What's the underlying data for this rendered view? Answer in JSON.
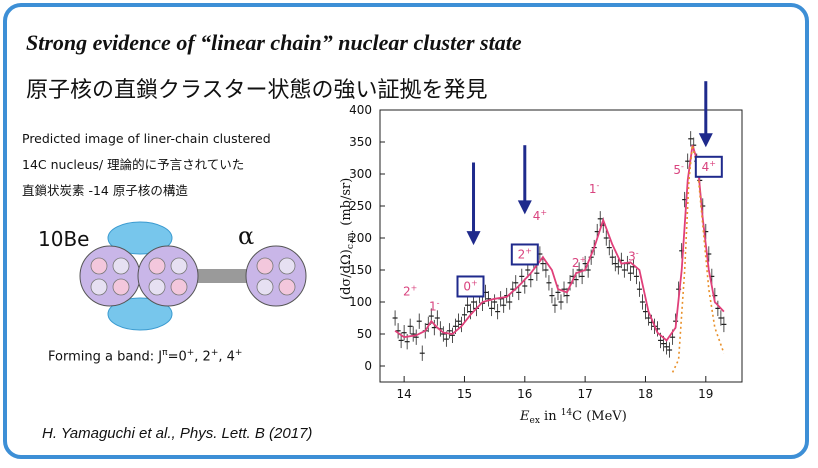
{
  "header": {
    "title_en": "Strong evidence of “linear chain” nuclear cluster state",
    "title_ja": "原子核の直鎖クラスター状態の強い証拠を発見"
  },
  "illustration": {
    "caption_line1": "Predicted image of liner-chain clustered",
    "caption_line2": "14C nucleus/ 理論的に予言されていた",
    "caption_line3": "直鎖状炭素 -14 原子核の構造",
    "label_be": "10Be",
    "label_alpha": "α",
    "band_text": "Forming a band: Jπ=0+, 2+, 4+"
  },
  "reference": "H. Yamaguchi et al., Phys. Lett. B (2017)",
  "colors": {
    "frame": "#3d8fd6",
    "arrow": "#1f2a8c",
    "fit_line": "#e0407a",
    "dotted": "#e8902a",
    "label_pink": "#d9447f",
    "cluster_fill": "#c9b6e8",
    "neutron_blue": "#77c6ec"
  },
  "chart_data": {
    "type": "scatter",
    "xlabel": "Eex in 14C (MeV)",
    "ylabel": "(dσ/dΩ)c.m. (mb/sr)",
    "xlim": [
      13.6,
      19.6
    ],
    "ylim": [
      -25,
      400
    ],
    "xticks": [
      "14",
      "15",
      "16",
      "17",
      "18",
      "19"
    ],
    "yticks": [
      "0",
      "50",
      "100",
      "150",
      "200",
      "250",
      "300",
      "350",
      "400"
    ],
    "points": [
      {
        "x": 13.85,
        "y": 75,
        "e": 12
      },
      {
        "x": 13.9,
        "y": 55,
        "e": 12
      },
      {
        "x": 13.95,
        "y": 40,
        "e": 12
      },
      {
        "x": 14.0,
        "y": 52,
        "e": 12
      },
      {
        "x": 14.05,
        "y": 38,
        "e": 12
      },
      {
        "x": 14.1,
        "y": 62,
        "e": 12
      },
      {
        "x": 14.15,
        "y": 50,
        "e": 12
      },
      {
        "x": 14.2,
        "y": 45,
        "e": 12
      },
      {
        "x": 14.25,
        "y": 70,
        "e": 12
      },
      {
        "x": 14.3,
        "y": 20,
        "e": 12
      },
      {
        "x": 14.35,
        "y": 55,
        "e": 12
      },
      {
        "x": 14.4,
        "y": 65,
        "e": 12
      },
      {
        "x": 14.45,
        "y": 78,
        "e": 12
      },
      {
        "x": 14.5,
        "y": 60,
        "e": 12
      },
      {
        "x": 14.55,
        "y": 75,
        "e": 12
      },
      {
        "x": 14.6,
        "y": 58,
        "e": 12
      },
      {
        "x": 14.65,
        "y": 50,
        "e": 12
      },
      {
        "x": 14.7,
        "y": 42,
        "e": 12
      },
      {
        "x": 14.75,
        "y": 55,
        "e": 12
      },
      {
        "x": 14.8,
        "y": 48,
        "e": 12
      },
      {
        "x": 14.85,
        "y": 62,
        "e": 12
      },
      {
        "x": 14.9,
        "y": 70,
        "e": 12
      },
      {
        "x": 14.95,
        "y": 65,
        "e": 12
      },
      {
        "x": 15.0,
        "y": 80,
        "e": 12
      },
      {
        "x": 15.05,
        "y": 95,
        "e": 12
      },
      {
        "x": 15.1,
        "y": 85,
        "e": 12
      },
      {
        "x": 15.15,
        "y": 100,
        "e": 12
      },
      {
        "x": 15.2,
        "y": 90,
        "e": 12
      },
      {
        "x": 15.25,
        "y": 110,
        "e": 12
      },
      {
        "x": 15.3,
        "y": 98,
        "e": 12
      },
      {
        "x": 15.35,
        "y": 115,
        "e": 12
      },
      {
        "x": 15.4,
        "y": 105,
        "e": 12
      },
      {
        "x": 15.45,
        "y": 90,
        "e": 12
      },
      {
        "x": 15.5,
        "y": 100,
        "e": 12
      },
      {
        "x": 15.55,
        "y": 85,
        "e": 12
      },
      {
        "x": 15.6,
        "y": 105,
        "e": 12
      },
      {
        "x": 15.65,
        "y": 95,
        "e": 12
      },
      {
        "x": 15.7,
        "y": 110,
        "e": 12
      },
      {
        "x": 15.75,
        "y": 100,
        "e": 12
      },
      {
        "x": 15.8,
        "y": 120,
        "e": 12
      },
      {
        "x": 15.85,
        "y": 130,
        "e": 12
      },
      {
        "x": 15.9,
        "y": 115,
        "e": 12
      },
      {
        "x": 15.95,
        "y": 140,
        "e": 12
      },
      {
        "x": 16.0,
        "y": 125,
        "e": 12
      },
      {
        "x": 16.05,
        "y": 150,
        "e": 12
      },
      {
        "x": 16.1,
        "y": 135,
        "e": 12
      },
      {
        "x": 16.15,
        "y": 165,
        "e": 12
      },
      {
        "x": 16.2,
        "y": 145,
        "e": 12
      },
      {
        "x": 16.25,
        "y": 175,
        "e": 12
      },
      {
        "x": 16.3,
        "y": 160,
        "e": 12
      },
      {
        "x": 16.35,
        "y": 150,
        "e": 12
      },
      {
        "x": 16.4,
        "y": 130,
        "e": 12
      },
      {
        "x": 16.45,
        "y": 110,
        "e": 12
      },
      {
        "x": 16.5,
        "y": 95,
        "e": 12
      },
      {
        "x": 16.55,
        "y": 115,
        "e": 12
      },
      {
        "x": 16.6,
        "y": 100,
        "e": 12
      },
      {
        "x": 16.65,
        "y": 120,
        "e": 12
      },
      {
        "x": 16.7,
        "y": 110,
        "e": 12
      },
      {
        "x": 16.75,
        "y": 130,
        "e": 12
      },
      {
        "x": 16.8,
        "y": 140,
        "e": 12
      },
      {
        "x": 16.85,
        "y": 135,
        "e": 12
      },
      {
        "x": 16.9,
        "y": 150,
        "e": 12
      },
      {
        "x": 16.95,
        "y": 140,
        "e": 12
      },
      {
        "x": 17.0,
        "y": 160,
        "e": 12
      },
      {
        "x": 17.05,
        "y": 150,
        "e": 12
      },
      {
        "x": 17.1,
        "y": 170,
        "e": 12
      },
      {
        "x": 17.15,
        "y": 185,
        "e": 12
      },
      {
        "x": 17.2,
        "y": 210,
        "e": 12
      },
      {
        "x": 17.25,
        "y": 230,
        "e": 12
      },
      {
        "x": 17.3,
        "y": 220,
        "e": 12
      },
      {
        "x": 17.35,
        "y": 200,
        "e": 12
      },
      {
        "x": 17.4,
        "y": 185,
        "e": 12
      },
      {
        "x": 17.45,
        "y": 170,
        "e": 12
      },
      {
        "x": 17.5,
        "y": 160,
        "e": 12
      },
      {
        "x": 17.55,
        "y": 155,
        "e": 12
      },
      {
        "x": 17.6,
        "y": 165,
        "e": 12
      },
      {
        "x": 17.65,
        "y": 150,
        "e": 12
      },
      {
        "x": 17.7,
        "y": 160,
        "e": 12
      },
      {
        "x": 17.75,
        "y": 145,
        "e": 12
      },
      {
        "x": 17.8,
        "y": 155,
        "e": 12
      },
      {
        "x": 17.85,
        "y": 140,
        "e": 12
      },
      {
        "x": 17.9,
        "y": 120,
        "e": 12
      },
      {
        "x": 17.95,
        "y": 100,
        "e": 12
      },
      {
        "x": 18.0,
        "y": 85,
        "e": 12
      },
      {
        "x": 18.05,
        "y": 75,
        "e": 12
      },
      {
        "x": 18.1,
        "y": 68,
        "e": 12
      },
      {
        "x": 18.15,
        "y": 62,
        "e": 12
      },
      {
        "x": 18.2,
        "y": 58,
        "e": 12
      },
      {
        "x": 18.25,
        "y": 40,
        "e": 12
      },
      {
        "x": 18.3,
        "y": 35,
        "e": 12
      },
      {
        "x": 18.35,
        "y": 30,
        "e": 12
      },
      {
        "x": 18.4,
        "y": 25,
        "e": 12
      },
      {
        "x": 18.45,
        "y": 45,
        "e": 12
      },
      {
        "x": 18.5,
        "y": 70,
        "e": 12
      },
      {
        "x": 18.55,
        "y": 120,
        "e": 12
      },
      {
        "x": 18.6,
        "y": 180,
        "e": 12
      },
      {
        "x": 18.65,
        "y": 260,
        "e": 12
      },
      {
        "x": 18.7,
        "y": 320,
        "e": 12
      },
      {
        "x": 18.75,
        "y": 355,
        "e": 12
      },
      {
        "x": 18.8,
        "y": 345,
        "e": 12
      },
      {
        "x": 18.85,
        "y": 320,
        "e": 12
      },
      {
        "x": 18.9,
        "y": 290,
        "e": 12
      },
      {
        "x": 18.95,
        "y": 250,
        "e": 12
      },
      {
        "x": 19.0,
        "y": 210,
        "e": 12
      },
      {
        "x": 19.05,
        "y": 175,
        "e": 12
      },
      {
        "x": 19.1,
        "y": 140,
        "e": 12
      },
      {
        "x": 19.15,
        "y": 110,
        "e": 12
      },
      {
        "x": 19.2,
        "y": 90,
        "e": 12
      },
      {
        "x": 19.25,
        "y": 75,
        "e": 12
      },
      {
        "x": 19.3,
        "y": 65,
        "e": 12
      }
    ],
    "fit_x": [
      13.85,
      14.0,
      14.2,
      14.35,
      14.45,
      14.55,
      14.65,
      14.8,
      14.95,
      15.1,
      15.3,
      15.5,
      15.7,
      15.9,
      16.1,
      16.3,
      16.45,
      16.55,
      16.7,
      16.85,
      17.0,
      17.15,
      17.3,
      17.45,
      17.6,
      17.75,
      17.9,
      18.05,
      18.2,
      18.35,
      18.5,
      18.6,
      18.7,
      18.78,
      18.86,
      18.95,
      19.05,
      19.15,
      19.3
    ],
    "fit_y": [
      55,
      45,
      48,
      55,
      70,
      60,
      52,
      50,
      62,
      80,
      100,
      105,
      108,
      125,
      145,
      170,
      150,
      120,
      115,
      145,
      150,
      185,
      228,
      190,
      160,
      162,
      150,
      85,
      52,
      40,
      60,
      150,
      290,
      345,
      320,
      230,
      150,
      100,
      85
    ],
    "dotted_x": [
      18.45,
      18.55,
      18.65,
      18.72,
      18.78,
      18.86,
      18.95,
      19.05,
      19.15,
      19.3
    ],
    "dotted_y": [
      -10,
      10,
      150,
      290,
      345,
      310,
      220,
      120,
      60,
      20
    ],
    "state_labels": [
      {
        "text": "2+",
        "x": 14.1,
        "y": 110
      },
      {
        "text": "1-",
        "x": 14.5,
        "y": 87
      },
      {
        "text": "0+",
        "x": 15.1,
        "y": 118
      },
      {
        "text": "2+",
        "x": 16.0,
        "y": 168
      },
      {
        "text": "4+",
        "x": 16.25,
        "y": 228
      },
      {
        "text": "2+",
        "x": 16.9,
        "y": 155
      },
      {
        "text": "1-",
        "x": 17.15,
        "y": 270
      },
      {
        "text": "3-",
        "x": 17.8,
        "y": 165
      },
      {
        "text": "5-",
        "x": 18.55,
        "y": 300
      },
      {
        "text": "4+",
        "x": 19.05,
        "y": 305
      }
    ],
    "boxed_labels": [
      "0+",
      "2+",
      "4+"
    ],
    "arrows": [
      {
        "x": 15.15,
        "y_top": 318,
        "y_tip": 192
      },
      {
        "x": 16.0,
        "y_top": 345,
        "y_tip": 240
      },
      {
        "x": 19.0,
        "y_top": 445,
        "y_tip": 345
      }
    ]
  }
}
